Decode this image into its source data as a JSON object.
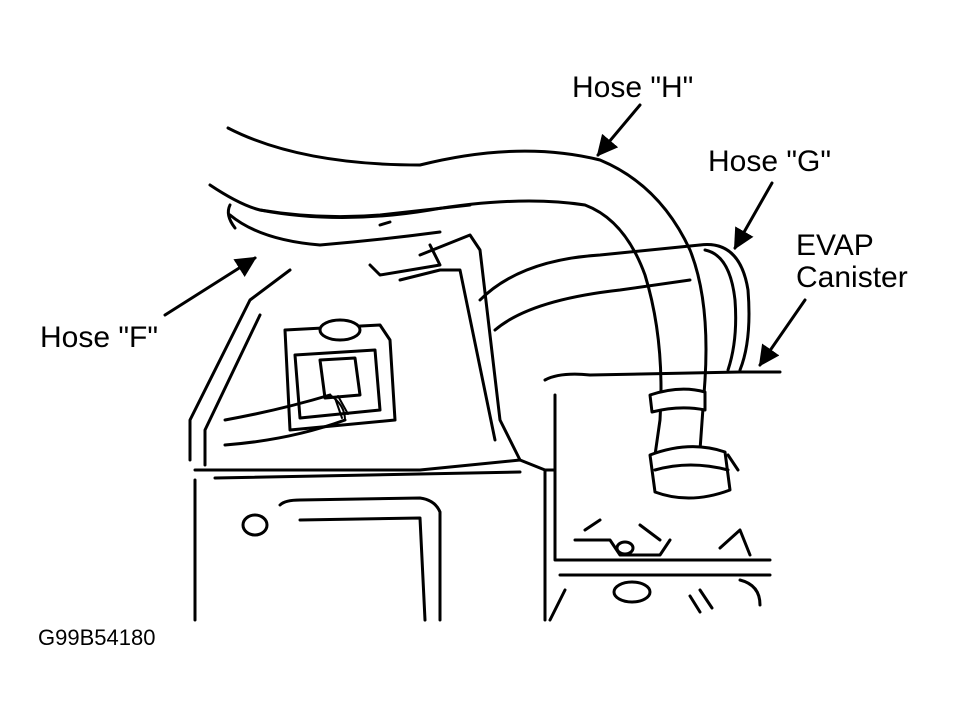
{
  "labels": {
    "hose_h": "Hose \"H\"",
    "hose_g": "Hose \"G\"",
    "evap_line1": "EVAP",
    "evap_line2": "Canister",
    "hose_f": "Hose \"F\"",
    "figure_code": "G99B54180"
  },
  "colors": {
    "ink": "#000000",
    "background": "#ffffff"
  }
}
